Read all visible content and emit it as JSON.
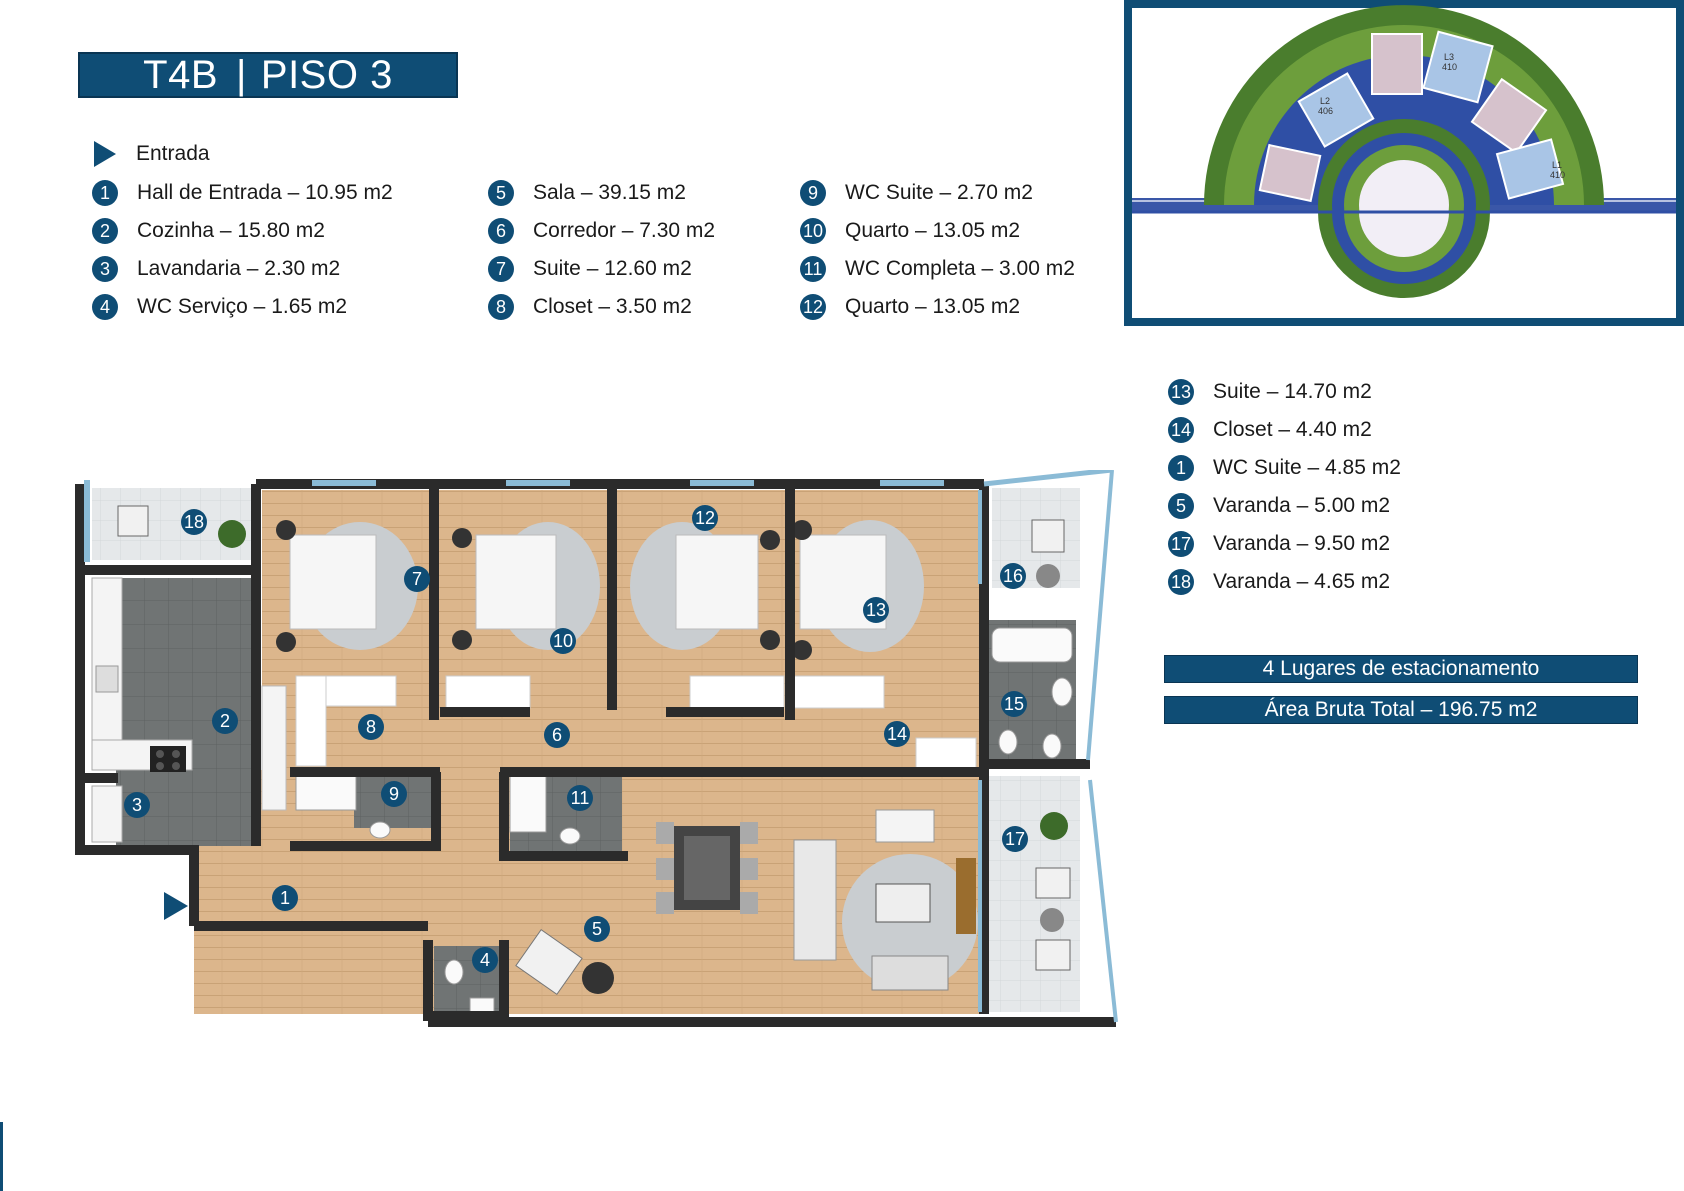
{
  "header": {
    "type": "T4B",
    "separator": "|",
    "floor": "PISO 3"
  },
  "legend": {
    "entrance": "Entrada",
    "rooms_col1": [
      {
        "num": "1",
        "label": "Hall de Entrada – 10.95 m2"
      },
      {
        "num": "2",
        "label": "Cozinha – 15.80 m2"
      },
      {
        "num": "3",
        "label": "Lavandaria – 2.30 m2"
      },
      {
        "num": "4",
        "label": "WC Serviço – 1.65 m2"
      }
    ],
    "rooms_col2": [
      {
        "num": "5",
        "label": "Sala – 39.15 m2"
      },
      {
        "num": "6",
        "label": "Corredor – 7.30 m2"
      },
      {
        "num": "7",
        "label": "Suite – 12.60 m2"
      },
      {
        "num": "8",
        "label": "Closet – 3.50 m2"
      }
    ],
    "rooms_col3": [
      {
        "num": "9",
        "label": "WC Suite – 2.70 m2"
      },
      {
        "num": "10",
        "label": "Quarto – 13.05 m2"
      },
      {
        "num": "11",
        "label": "WC Completa – 3.00 m2"
      },
      {
        "num": "12",
        "label": "Quarto – 13.05 m2"
      }
    ],
    "rooms_col4": [
      {
        "num": "13",
        "label": "Suite – 14.70 m2"
      },
      {
        "num": "14",
        "label": "Closet – 4.40 m2"
      },
      {
        "num": "1",
        "label": "WC Suite – 4.85 m2"
      },
      {
        "num": "5",
        "label": "Varanda – 5.00 m2"
      },
      {
        "num": "17",
        "label": "Varanda – 9.50 m2"
      },
      {
        "num": "18",
        "label": "Varanda – 4.65 m2"
      }
    ]
  },
  "info": {
    "parking": "4 Lugares de estacionamento",
    "gross_area": "Área Bruta Total – 196.75 m2"
  },
  "site_plan": {
    "lots": [
      {
        "name": "L2",
        "num": "406"
      },
      {
        "name": "L3",
        "num": "410"
      },
      {
        "name": "L1",
        "num": "410"
      }
    ]
  },
  "floorplan": {
    "markers": [
      "1",
      "2",
      "3",
      "4",
      "5",
      "6",
      "7",
      "8",
      "9",
      "10",
      "11",
      "12",
      "13",
      "14",
      "15",
      "16",
      "17",
      "18"
    ]
  },
  "colors": {
    "brand": "#0f4d75",
    "wood": "#dcb68c",
    "tile": "#6f7272",
    "wall": "#2b2b2b",
    "balcony": "#e6e9ea"
  }
}
